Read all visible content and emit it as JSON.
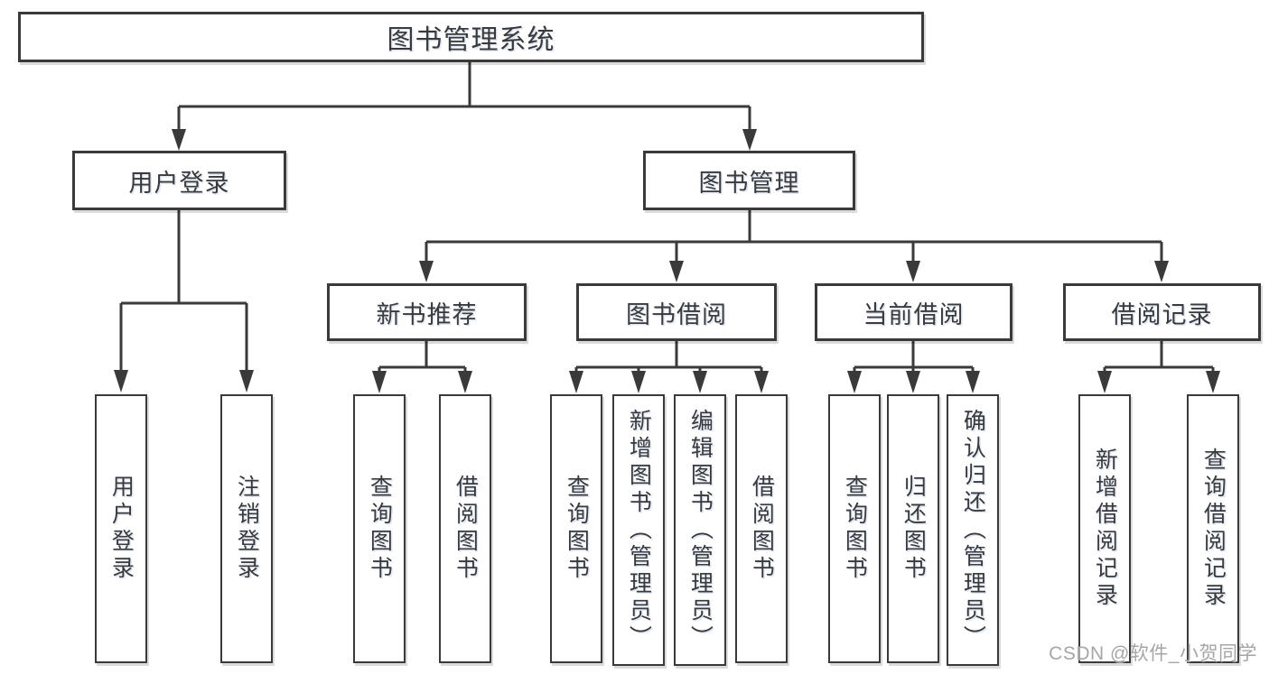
{
  "diagram": {
    "root": "图书管理系统",
    "level2": [
      "用户登录",
      "图书管理"
    ],
    "level3": [
      "新书推荐",
      "图书借阅",
      "当前借阅",
      "借阅记录"
    ],
    "leaves": {
      "user_login": [
        "用户登录",
        "注销登录"
      ],
      "new_book_rec": [
        "查询图书",
        "借阅图书"
      ],
      "book_borrow": [
        "查询图书",
        "新增图书（管理员）",
        "编辑图书（管理员）",
        "借阅图书"
      ],
      "current_borrow": [
        "查询图书",
        "归还图书",
        "确认归还（管理员）"
      ],
      "borrow_records": [
        "新增借阅记录",
        "查询借阅记录"
      ]
    }
  },
  "watermark": "CSDN @软件_小贺同学",
  "colors": {
    "line": "#3a3a3a",
    "text": "#3a3a3a",
    "watermark": "#a6a6a6",
    "background": "#ffffff"
  }
}
